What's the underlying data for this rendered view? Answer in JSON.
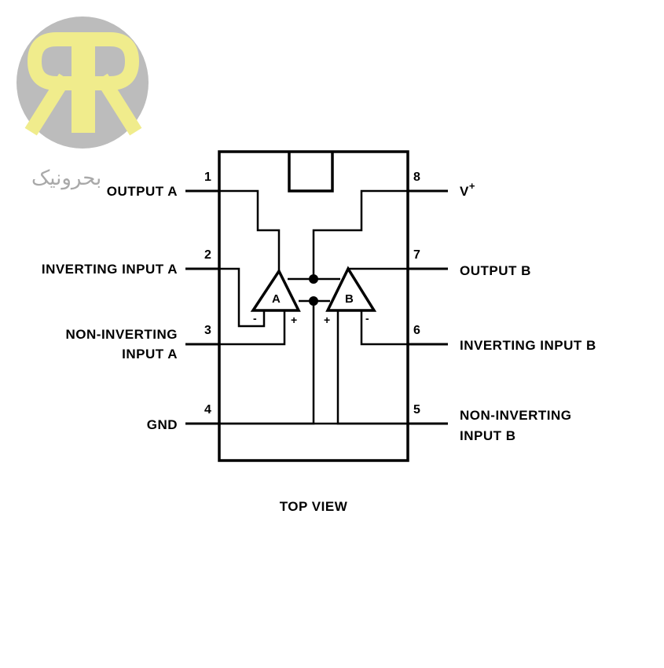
{
  "watermark": {
    "logo_text": "R",
    "caption": "ﺑﺤﺮﻭﻧﯿﮏ",
    "logo_circle_color": "#bcbcbc",
    "logo_letter_color": "#f0ec8c"
  },
  "diagram": {
    "line_color": "#000000",
    "pins": [
      {
        "number": "1",
        "label": "OUTPUT A"
      },
      {
        "number": "2",
        "label": "INVERTING INPUT A"
      },
      {
        "number": "3",
        "label_line1": "NON-INVERTING",
        "label_line2": "INPUT A"
      },
      {
        "number": "4",
        "label": "GND"
      },
      {
        "number": "5",
        "label_line1": "NON-INVERTING",
        "label_line2": "INPUT B"
      },
      {
        "number": "6",
        "label": "INVERTING INPUT B"
      },
      {
        "number": "7",
        "label": "OUTPUT B"
      },
      {
        "number": "8",
        "label": "V",
        "superscript": "+"
      }
    ],
    "amplifiers": [
      {
        "name": "A",
        "minus": "-",
        "plus": "+"
      },
      {
        "name": "B",
        "minus": "-",
        "plus": "+"
      }
    ],
    "caption": "TOP VIEW"
  }
}
